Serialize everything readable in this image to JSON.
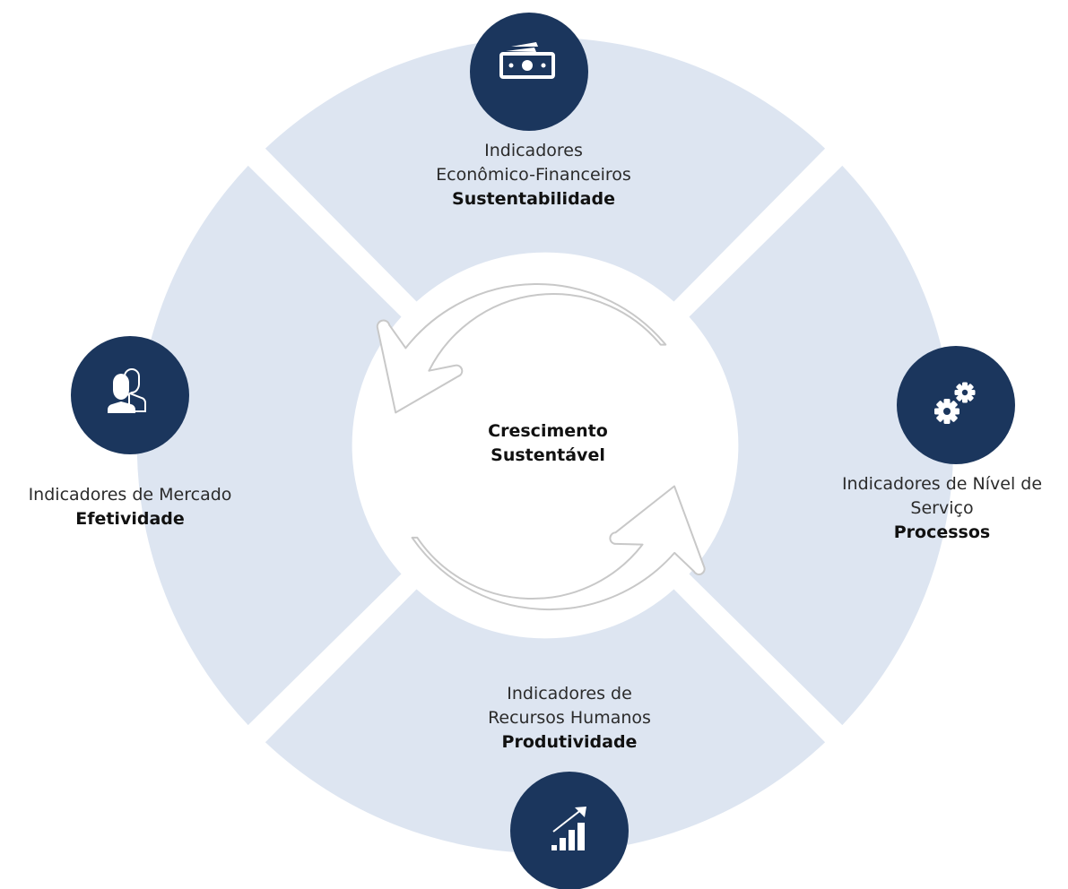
{
  "center": {
    "line1": "Crescimento",
    "line2": "Sustentável"
  },
  "segments": {
    "top": {
      "line1": "Indicadores",
      "line2": "Econômico-Financeiros",
      "emphasis": "Sustentabilidade",
      "icon": "money-bill-icon"
    },
    "left": {
      "line1": "Indicadores de Mercado",
      "emphasis": "Efetividade",
      "icon": "users-icon"
    },
    "right": {
      "line1": "Indicadores de Nível de",
      "line2": "Serviço",
      "emphasis": "Processos",
      "icon": "gears-icon"
    },
    "bottom": {
      "line1": "Indicadores de",
      "line2": "Recursos Humanos",
      "emphasis": "Produtividade",
      "icon": "growth-chart-icon"
    }
  },
  "colors": {
    "ring": "#dde5f1",
    "badge": "#1b365d",
    "icon": "#ffffff",
    "arrow_stroke": "#c8c8c8",
    "text": "#2b2b2b"
  }
}
